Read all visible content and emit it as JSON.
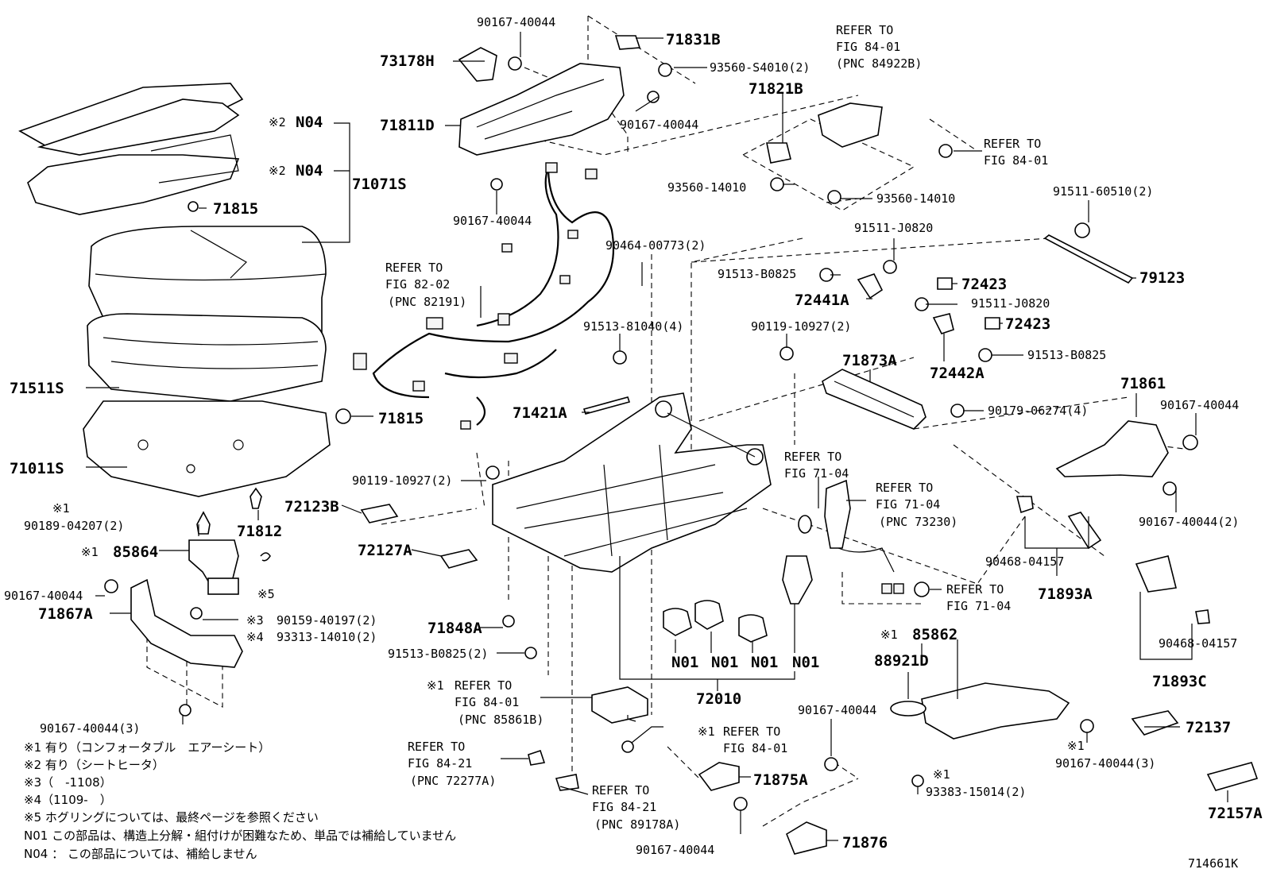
{
  "labels": {
    "p90167_40044_top": "90167-40044",
    "p71831B": "71831B",
    "p73178H": "73178H",
    "p93560_S4010": "93560-S4010(2)",
    "ref84_01_a_1": "REFER TO",
    "ref84_01_a_2": "FIG 84-01",
    "ref84_01_a_3": "(PNC 84922B)",
    "p71821B": "71821B",
    "p71811D": "71811D",
    "p90167_40044_mid": "90167-40044",
    "ref84_01_b_1": "REFER TO",
    "ref84_01_b_2": "FIG 84-01",
    "note2_a": "※2",
    "n04_a": "N04",
    "note2_b": "※2",
    "n04_b": "N04",
    "p71071S": "71071S",
    "p93560_14010_a": "93560-14010",
    "p93560_14010_b": "93560-14010",
    "p71815_a": "71815",
    "p90167_40044_c": "90167-40044",
    "p91511_60510": "91511-60510(2)",
    "p90464_00773": "90464-00773(2)",
    "p91511_J0820_a": "91511-J0820",
    "ref82_02_1": "REFER TO",
    "ref82_02_2": "FIG 82-02",
    "ref82_02_3": "(PNC 82191)",
    "p91513_B0825_a": "91513-B0825",
    "p79123": "79123",
    "p72423_a": "72423",
    "p72441A": "72441A",
    "p91511_J0820_b": "91511-J0820",
    "p91513_81040": "91513-81040(4)",
    "p90119_10927_a": "90119-10927(2)",
    "p72423_b": "72423",
    "p72442A": "72442A",
    "p91513_B0825_b": "91513-B0825",
    "p71873A": "71873A",
    "p71861": "71861",
    "p71511S": "71511S",
    "p71815_b": "71815",
    "p71421A": "71421A",
    "p90179_06274": "90179-06274(4)",
    "p90167_40044_d": "90167-40044",
    "p71011S": "71011S",
    "ref71_04_a_1": "REFER TO",
    "ref71_04_a_2": "FIG 71-04",
    "p90119_10927_b": "90119-10927(2)",
    "ref71_04_b_1": "REFER TO",
    "ref71_04_b_2": "FIG 71-04",
    "ref71_04_b_3": "(PNC 73230)",
    "p90167_40044_e": "90167-40044(2)",
    "note1_a": "※1",
    "p90189_04207": "90189-04207(2)",
    "p72123B": "72123B",
    "p71812": "71812",
    "note1_b": "※1",
    "p85864": "85864",
    "p72127A": "72127A",
    "p90468_04157_a": "90468-04157",
    "p90167_40044_f": "90167-40044",
    "note5": "※5",
    "p71893A": "71893A",
    "ref71_04_c_1": "REFER TO",
    "ref71_04_c_2": "FIG 71-04",
    "p71867A": "71867A",
    "note3": "※3",
    "p90159_40197": "90159-40197(2)",
    "note4": "※4",
    "p93313_14010": "93313-14010(2)",
    "p71848A": "71848A",
    "note1_c": "※1",
    "p85862": "85862",
    "p90468_04157_b": "90468-04157",
    "p88921D": "88921D",
    "p91513_B0825_c": "91513-B0825(2)",
    "n01_a": "N01",
    "n01_b": "N01",
    "n01_c": "N01",
    "n01_d": "N01",
    "p71893C": "71893C",
    "note1_d": "※1",
    "ref84_01_c_1": "REFER TO",
    "ref84_01_c_2": "FIG 84-01",
    "ref84_01_c_3": "(PNC 85861B)",
    "p72010": "72010",
    "p90167_40044_g": "90167-40044",
    "p72137": "72137",
    "p90167_40044_h": "90167-40044(3)",
    "note1_e": "※1",
    "ref84_01_d_1": "REFER TO",
    "ref84_01_d_2": "FIG 84-01",
    "note1_f": "※1",
    "p90167_40044_i": "90167-40044(3)",
    "ref84_21_a_1": "REFER TO",
    "ref84_21_a_2": "FIG 84-21",
    "ref84_21_a_3": "(PNC 72277A)",
    "p71875A": "71875A",
    "note1_g": "※1",
    "p93383_15014": "93383-15014(2)",
    "ref84_21_b_1": "REFER TO",
    "ref84_21_b_2": "FIG 84-21",
    "ref84_21_b_3": "(PNC 89178A)",
    "p72157A": "72157A",
    "p90167_40044_j": "90167-40044",
    "p71876": "71876",
    "fig_id": "714661K"
  },
  "notes": [
    "※1 有り（コンフォータブル　エアーシート）",
    "※2 有り（シートヒータ）",
    "※3（　-1108）",
    "※4（1109-　）",
    "※5 ホグリングについては、最終ページを参照ください",
    "N01 この部品は、構造上分解・組付けが困難なため、単品では補給していません",
    "N04 ： この部品については、補給しません"
  ]
}
